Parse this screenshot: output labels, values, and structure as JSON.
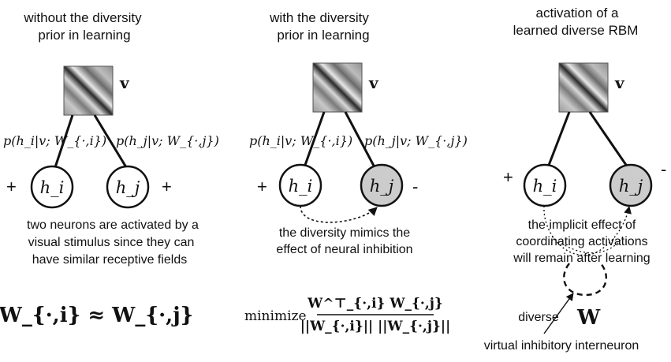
{
  "panels": [
    {
      "title_lines": [
        "without the diversity",
        "prior in learning"
      ],
      "visible_label": "v",
      "left_prob": "p(h_i|v; W_{·,i})",
      "right_prob": "p(h_j|v; W_{·,j})",
      "left_neuron": "h_i",
      "right_neuron": "h_j",
      "left_sign": "+",
      "right_sign": "+",
      "caption_lines": [
        "two neurons are activated by a",
        "visual stimulus since they can",
        "have similar receptive fields"
      ],
      "formula": "W_{·,i} ≈ W_{·,j}"
    },
    {
      "title_lines": [
        "with the diversity",
        "prior in learning"
      ],
      "visible_label": "v",
      "left_prob": "p(h_i|v; W_{·,i})",
      "right_prob": "p(h_j|v; W_{·,j})",
      "left_neuron": "h_i",
      "right_neuron": "h_j",
      "left_sign": "+",
      "right_sign": "-",
      "caption_lines": [
        "the diversity mimics the",
        "effect of neural inhibition"
      ],
      "formula_prefix": "minimize",
      "formula_numerator": "W^⊤_{·,i} W_{·,j}",
      "formula_denominator": "||W_{·,i}|| ||W_{·,j}||"
    },
    {
      "title_lines": [
        "activation of a",
        "learned diverse RBM"
      ],
      "visible_label": "v",
      "left_neuron": "h_i",
      "right_neuron": "h_j",
      "left_sign": "+",
      "right_sign": "-",
      "caption_lines": [
        "the implicit effect of",
        "coordinating activations",
        "will remain after learning"
      ],
      "diverse_label": "diverse",
      "diverse_symbol": "W",
      "interneuron_label": "virtual inhibitory interneuron"
    }
  ],
  "colors": {
    "inhibited_fill": "#cccccc",
    "neuron_fill": "#ffffff",
    "line": "#111111"
  }
}
